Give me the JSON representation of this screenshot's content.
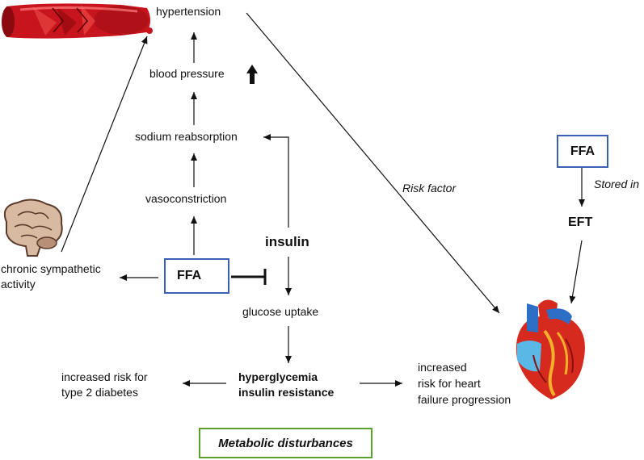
{
  "nodes": {
    "hypertension": "hypertension",
    "blood_pressure": "blood pressure",
    "sodium_reabsorption": "sodium reabsorption",
    "vasoconstriction": "vasoconstriction",
    "insulin": "insulin",
    "ffa_center": "FFA",
    "chronic_sympathetic_line1": "chronic sympathetic",
    "chronic_sympathetic_line2": "activity",
    "glucose_uptake": "glucose uptake",
    "hyperglycemia": "hyperglycemia",
    "insulin_resistance": "insulin resistance",
    "t2d_line1": "increased risk for",
    "t2d_line2": "type 2 diabetes",
    "hf_line1": "increased",
    "hf_line2": "risk for heart",
    "hf_line3": "failure progression",
    "ffa_right": "FFA",
    "eft": "EFT"
  },
  "edge_labels": {
    "risk_factor": "Risk factor",
    "stored_in": "Stored in"
  },
  "footer": {
    "metabolic": "Metabolic disturbances"
  },
  "icons": {
    "vessel": "blood-vessel-icon",
    "brain": "brain-icon",
    "heart": "heart-icon",
    "up_arrow": "up-arrow-icon"
  },
  "colors": {
    "box_border": "#3b5fb5",
    "green_border": "#5aa02c",
    "vessel_red": "#c8141c",
    "heart_red": "#d62a1e"
  }
}
